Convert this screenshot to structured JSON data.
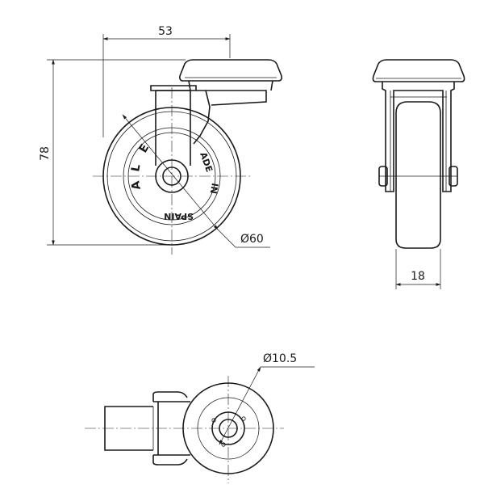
{
  "dimensions": {
    "width_overall": "53",
    "height_overall": "78",
    "wheel_diameter": "Ø60",
    "wheel_width": "18",
    "bolt_hole_diameter": "Ø10.5"
  },
  "wheel_marking": {
    "brand_letters": [
      "A",
      "L",
      "E"
    ],
    "made_text": "ADE",
    "in_text": "IN",
    "spain_text": "SPAIN"
  },
  "colors": {
    "line": "#1a1a1a",
    "background": "#ffffff"
  }
}
